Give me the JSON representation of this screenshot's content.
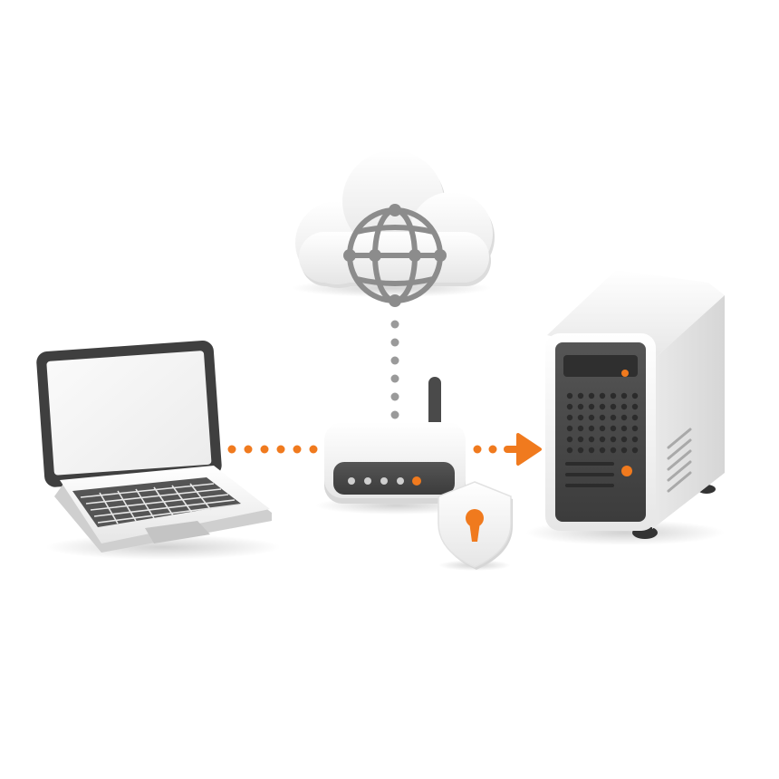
{
  "colors": {
    "accent": "#f07a1e",
    "device_white": "#f4f4f4",
    "device_shadow": "#d9d9d9",
    "dark_panel": "#4a4a4a",
    "globe_gray": "#8c8c8c",
    "connector_gray": "#9a9a9a"
  },
  "nodes": [
    {
      "id": "laptop",
      "icon": "laptop-icon"
    },
    {
      "id": "cloud",
      "icon": "cloud-globe-icon"
    },
    {
      "id": "router",
      "icon": "router-icon"
    },
    {
      "id": "security",
      "icon": "shield-keyhole-icon"
    },
    {
      "id": "server",
      "icon": "server-tower-icon"
    }
  ],
  "connections": [
    {
      "from": "laptop",
      "to": "router",
      "style": "dotted",
      "color": "accent"
    },
    {
      "from": "cloud",
      "to": "router",
      "style": "dotted",
      "color": "gray"
    },
    {
      "from": "router",
      "to": "server",
      "style": "dotted-arrow",
      "color": "accent"
    }
  ]
}
